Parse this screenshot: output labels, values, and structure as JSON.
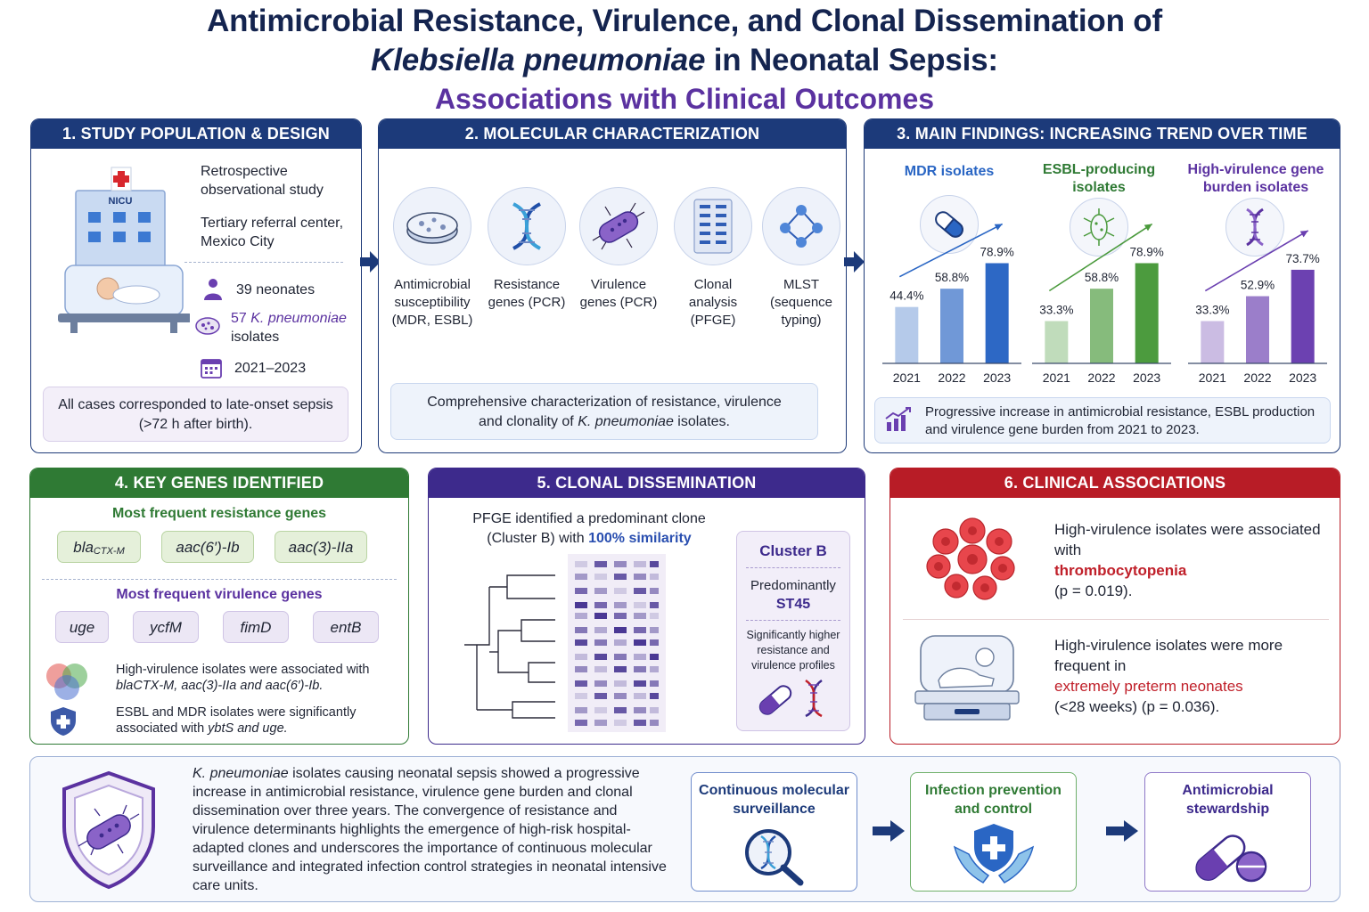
{
  "title": {
    "line1": "Antimicrobial Resistance, Virulence, and Clonal Dissemination of",
    "line2_italic": "Klebsiella pneumoniae",
    "line2_rest": " in Neonatal Sepsis:",
    "line3": "Associations with Clinical Outcomes"
  },
  "panel1": {
    "header": "1. STUDY POPULATION & DESIGN",
    "nicu_label": "NICU",
    "design": "Retrospective observational study",
    "center": "Tertiary referral center, Mexico City",
    "neonates": "39 neonates",
    "isolates_count": "57",
    "isolates_species": "K. pneumoniae",
    "isolates_word": "isolates",
    "years": "2021–2023",
    "note": "All cases corresponded to late-onset sepsis (>72 h after birth)."
  },
  "panel2": {
    "header": "2. MOLECULAR CHARACTERIZATION",
    "methods": [
      {
        "label": "Antimicrobial susceptibility (MDR, ESBL)",
        "icon": "petri-dish-icon"
      },
      {
        "label": "Resistance genes (PCR)",
        "icon": "dna-icon"
      },
      {
        "label": "Virulence genes (PCR)",
        "icon": "bacterium-icon"
      },
      {
        "label": "Clonal analysis (PFGE)",
        "icon": "gel-icon"
      },
      {
        "label": "MLST (sequence typing)",
        "icon": "network-icon"
      }
    ],
    "note_pre": "Comprehensive characterization of resistance, virulence and clonality of ",
    "note_species": "K. pneumoniae",
    "note_post": " isolates."
  },
  "panel3": {
    "header": "3. MAIN FINDINGS: INCREASING TREND OVER TIME",
    "summary": "Progressive increase in antimicrobial resistance, ESBL production and virulence gene burden from 2021 to 2023."
  },
  "chart_data": [
    {
      "type": "bar",
      "title": "MDR isolates",
      "categories": [
        "2021",
        "2022",
        "2023"
      ],
      "values": [
        44.4,
        58.8,
        78.9
      ],
      "labels": [
        "44.4%",
        "58.8%",
        "78.9%"
      ],
      "color": "#2a66c4",
      "ylim": [
        0,
        100
      ]
    },
    {
      "type": "bar",
      "title": "ESBL-producing isolates",
      "categories": [
        "2021",
        "2022",
        "2023"
      ],
      "values": [
        33.3,
        58.8,
        78.9
      ],
      "labels": [
        "33.3%",
        "58.8%",
        "78.9%"
      ],
      "color": "#4a9a3c",
      "ylim": [
        0,
        100
      ]
    },
    {
      "type": "bar",
      "title": "High-virulence gene burden isolates",
      "categories": [
        "2021",
        "2022",
        "2023"
      ],
      "values": [
        33.3,
        52.9,
        73.7
      ],
      "labels": [
        "33.3%",
        "52.9%",
        "73.7%"
      ],
      "color": "#6a3fb0",
      "ylim": [
        0,
        100
      ]
    }
  ],
  "panel4": {
    "header": "4. KEY GENES IDENTIFIED",
    "resistance_title": "Most frequent resistance genes",
    "resistance_genes": [
      {
        "main": "bla",
        "sub": "CTX-M"
      },
      {
        "main": "aac(6′)-Ib",
        "sub": ""
      },
      {
        "main": "aac(3)-IIa",
        "sub": ""
      }
    ],
    "virulence_title": "Most frequent virulence genes",
    "virulence_genes": [
      "uge",
      "ycfM",
      "fimD",
      "entB"
    ],
    "assoc1_pre": "High-virulence isolates were associated with",
    "assoc1_genes": "blaCTX-M, aac(3)-IIa and aac(6′)-Ib.",
    "assoc2_pre": "ESBL and MDR isolates were significantly associated with ",
    "assoc2_genes": "ybtS and uge."
  },
  "panel5": {
    "header": "5. CLONAL DISSEMINATION",
    "text_pre": "PFGE identified a predominant clone (Cluster B) with ",
    "text_highlight": "100% similarity",
    "cluster_title": "Cluster B",
    "predominantly": "Predominantly",
    "st": "ST45",
    "profiles": "Significantly higher resistance and virulence profiles",
    "accent": "#3d2a8c"
  },
  "panel6": {
    "header": "6. CLINICAL ASSOCIATIONS",
    "item1_pre": "High-virulence isolates were associated with",
    "item1_red": "thrombocytopenia",
    "item1_post": "(p = 0.019).",
    "item2_pre": "High-virulence isolates were more frequent in",
    "item2_red": "extremely preterm neonates",
    "item2_post": "(<28 weeks) (p = 0.036)."
  },
  "bottom": {
    "species": "K. pneumoniae",
    "conclusion": " isolates causing neonatal sepsis showed a progressive increase in antimicrobial resistance, virulence gene burden and clonal dissemination over three years. The convergence of resistance and virulence determinants highlights the emergence of high-risk hospital-adapted clones and underscores the importance of continuous molecular surveillance and integrated infection control strategies in neonatal intensive care units.",
    "actions": [
      {
        "label": "Continuous molecular surveillance",
        "color": "#1c3a7a"
      },
      {
        "label": "Infection prevention and control",
        "color": "#2f7a34"
      },
      {
        "label": "Antimicrobial stewardship",
        "color": "#3d2a8c"
      }
    ]
  }
}
